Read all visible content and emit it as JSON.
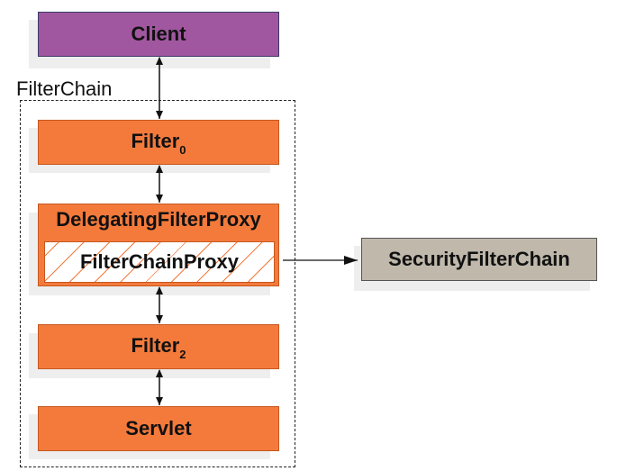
{
  "client": {
    "label": "Client"
  },
  "filter_chain": {
    "label": "FilterChain",
    "filter0": {
      "label": "Filter",
      "sub": "0"
    },
    "delegating": {
      "label": "DelegatingFilterProxy"
    },
    "proxy": {
      "label": "FilterChainProxy"
    },
    "filter2": {
      "label": "Filter",
      "sub": "2"
    },
    "servlet": {
      "label": "Servlet"
    }
  },
  "security_filter_chain": {
    "label": "SecurityFilterChain"
  },
  "colors": {
    "client": "#a1579f",
    "filter": "#f47a3c",
    "security": "#bfb8ab"
  }
}
